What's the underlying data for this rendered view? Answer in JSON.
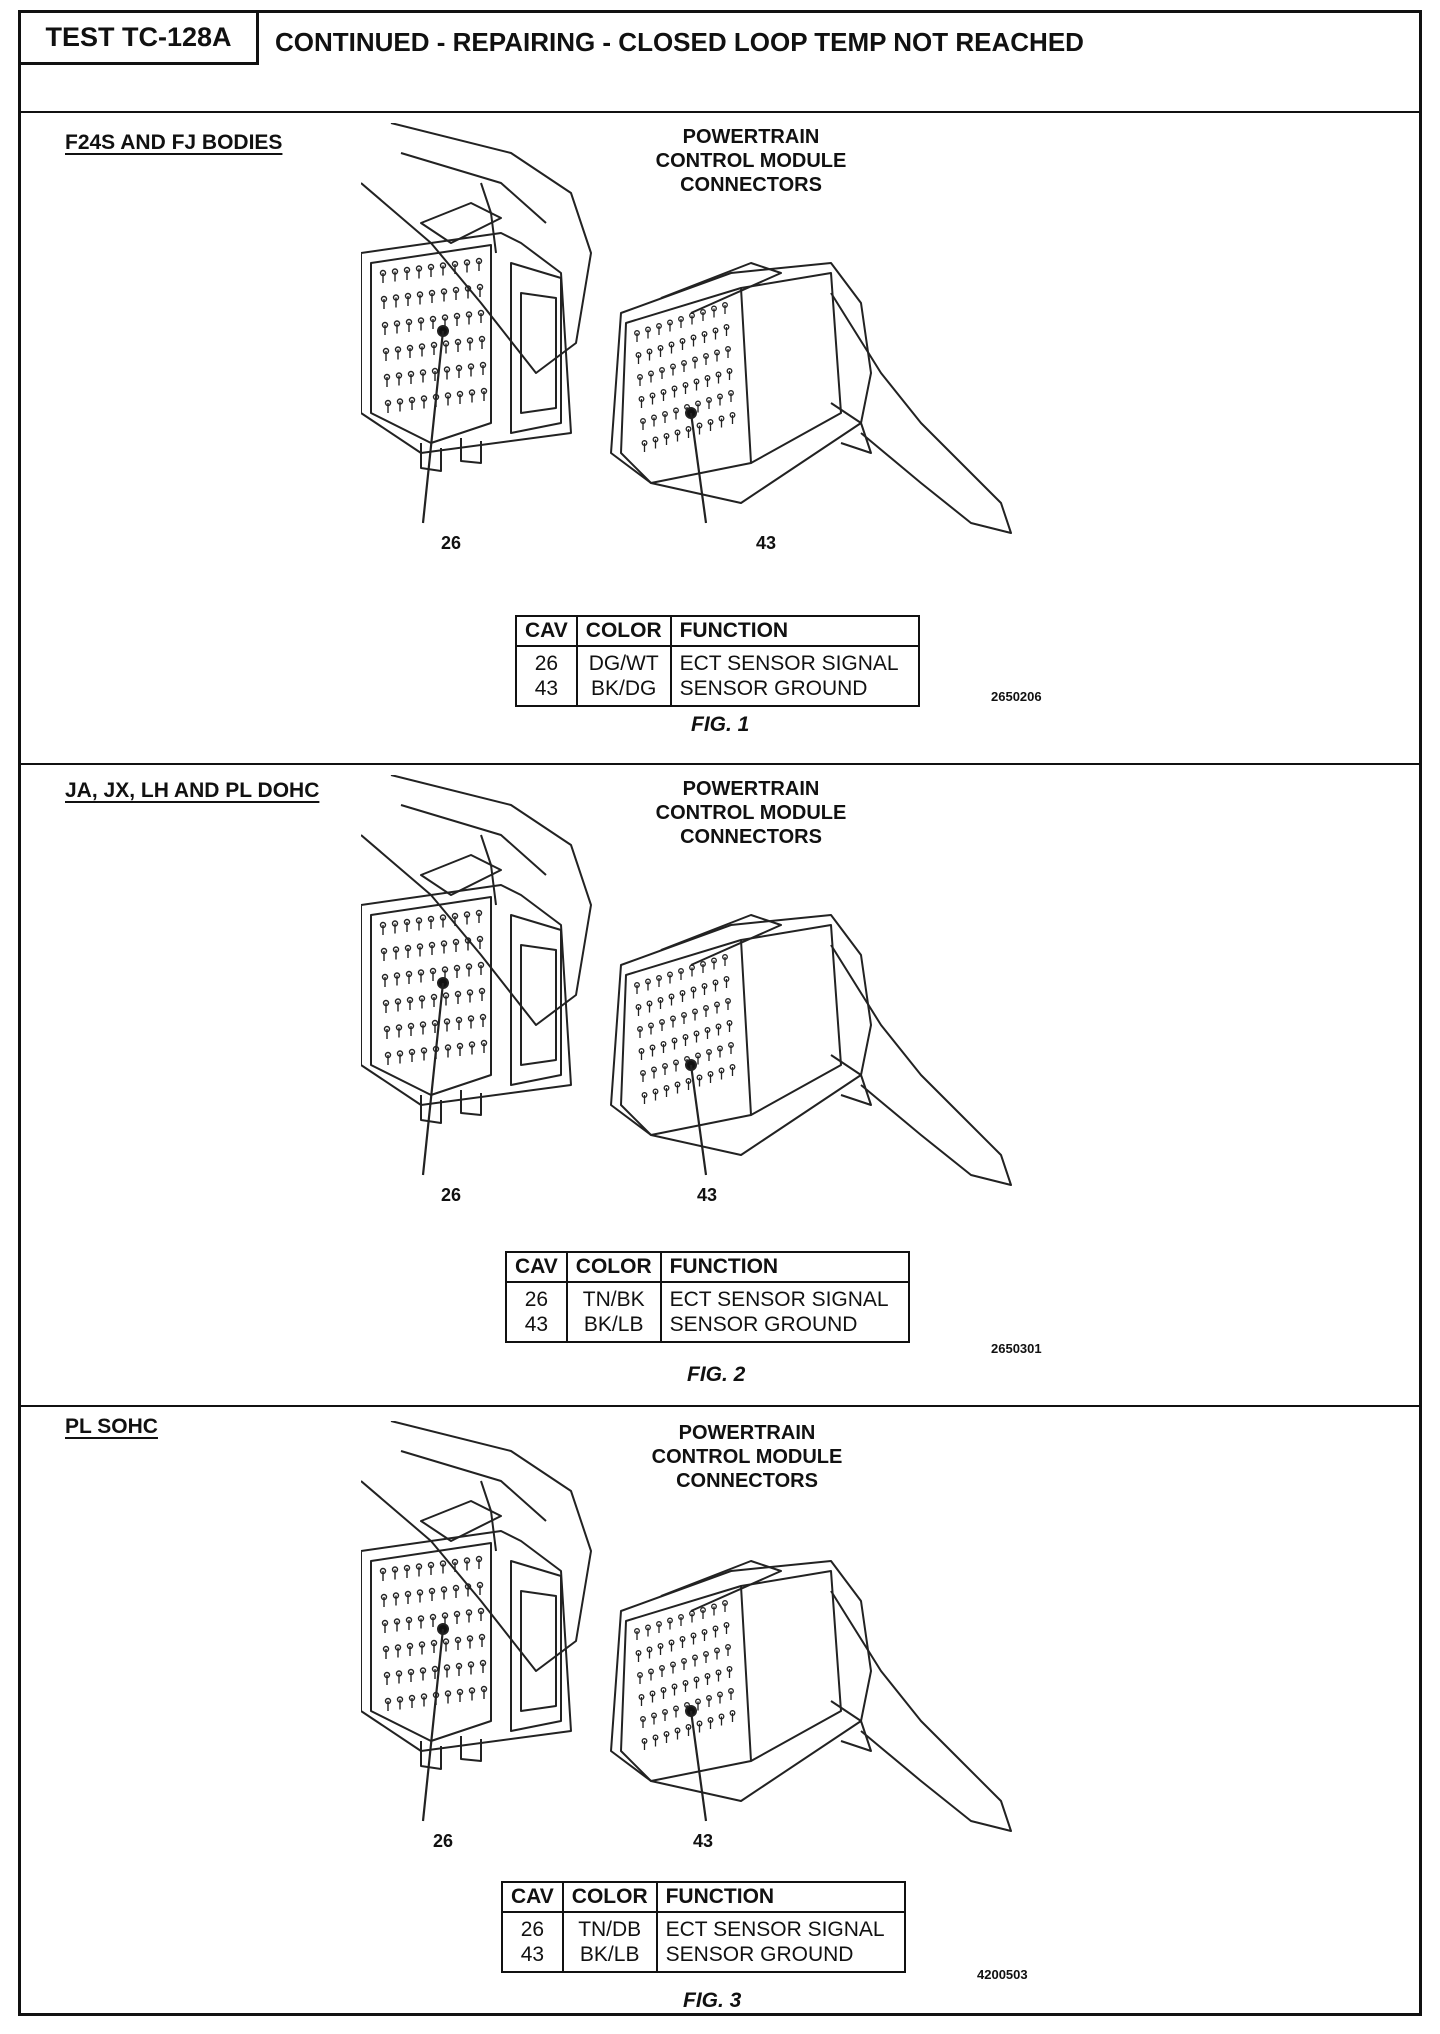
{
  "header": {
    "test_id": "TEST TC-128A",
    "title": "CONTINUED - REPAIRING - CLOSED LOOP TEMP NOT REACHED"
  },
  "connector_title": [
    "POWERTRAIN",
    "CONTROL MODULE",
    "CONNECTORS"
  ],
  "table_headers": {
    "cav": "CAV",
    "color": "COLOR",
    "function": "FUNCTION"
  },
  "figures": [
    {
      "label": "F24S AND FJ BODIES",
      "callout_left": "26",
      "callout_right": "43",
      "rows": [
        {
          "cav": "26",
          "color": "DG/WT",
          "function": "ECT SENSOR SIGNAL"
        },
        {
          "cav": "43",
          "color": "BK/DG",
          "function": "SENSOR GROUND"
        }
      ],
      "code": "2650206",
      "caption": "FIG. 1"
    },
    {
      "label": "JA, JX, LH AND PL DOHC",
      "callout_left": "26",
      "callout_right": "43",
      "rows": [
        {
          "cav": "26",
          "color": "TN/BK",
          "function": "ECT SENSOR SIGNAL"
        },
        {
          "cav": "43",
          "color": "BK/LB",
          "function": "SENSOR GROUND"
        }
      ],
      "code": "2650301",
      "caption": "FIG. 2"
    },
    {
      "label": "PL SOHC",
      "callout_left": "26",
      "callout_right": "43",
      "rows": [
        {
          "cav": "26",
          "color": "TN/DB",
          "function": "ECT SENSOR SIGNAL"
        },
        {
          "cav": "43",
          "color": "BK/LB",
          "function": "SENSOR GROUND"
        }
      ],
      "code": "4200503",
      "caption": "FIG. 3"
    }
  ]
}
